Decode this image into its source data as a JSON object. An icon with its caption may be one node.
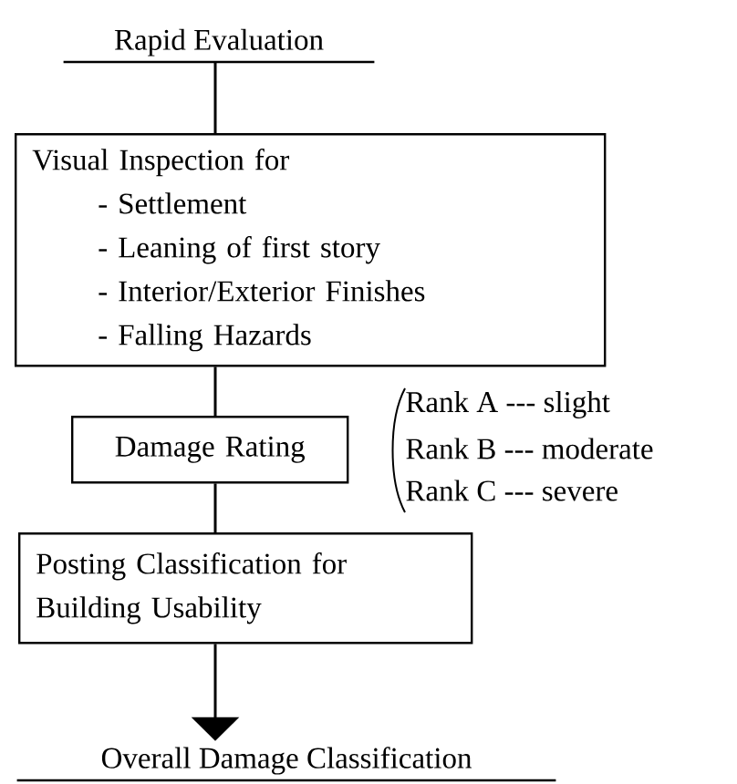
{
  "diagram": {
    "nodes": [
      {
        "text": [
          "Rapid Evaluation"
        ]
      },
      {
        "text": [
          "Visual Inspection for",
          "- Settlement",
          "- Leaning of first story",
          "- Interior/Exterior Finishes",
          "- Falling Hazards"
        ]
      },
      {
        "text": [
          "Damage Rating"
        ]
      },
      {
        "text": [
          "Posting Classification for Building Usability"
        ]
      },
      {
        "text": [
          "Overall Damage Classification"
        ]
      }
    ],
    "edges": [
      {
        "from": 0,
        "to": 1,
        "arrow": "none"
      },
      {
        "from": 1,
        "to": 2,
        "arrow": "none"
      },
      {
        "from": 2,
        "to": 3,
        "arrow": "none"
      },
      {
        "from": 3,
        "to": 4,
        "arrow": "to"
      }
    ],
    "labels": [
      "Rank A --- slight",
      "Rank B --- moderate",
      "Rank C --- severe"
    ]
  }
}
